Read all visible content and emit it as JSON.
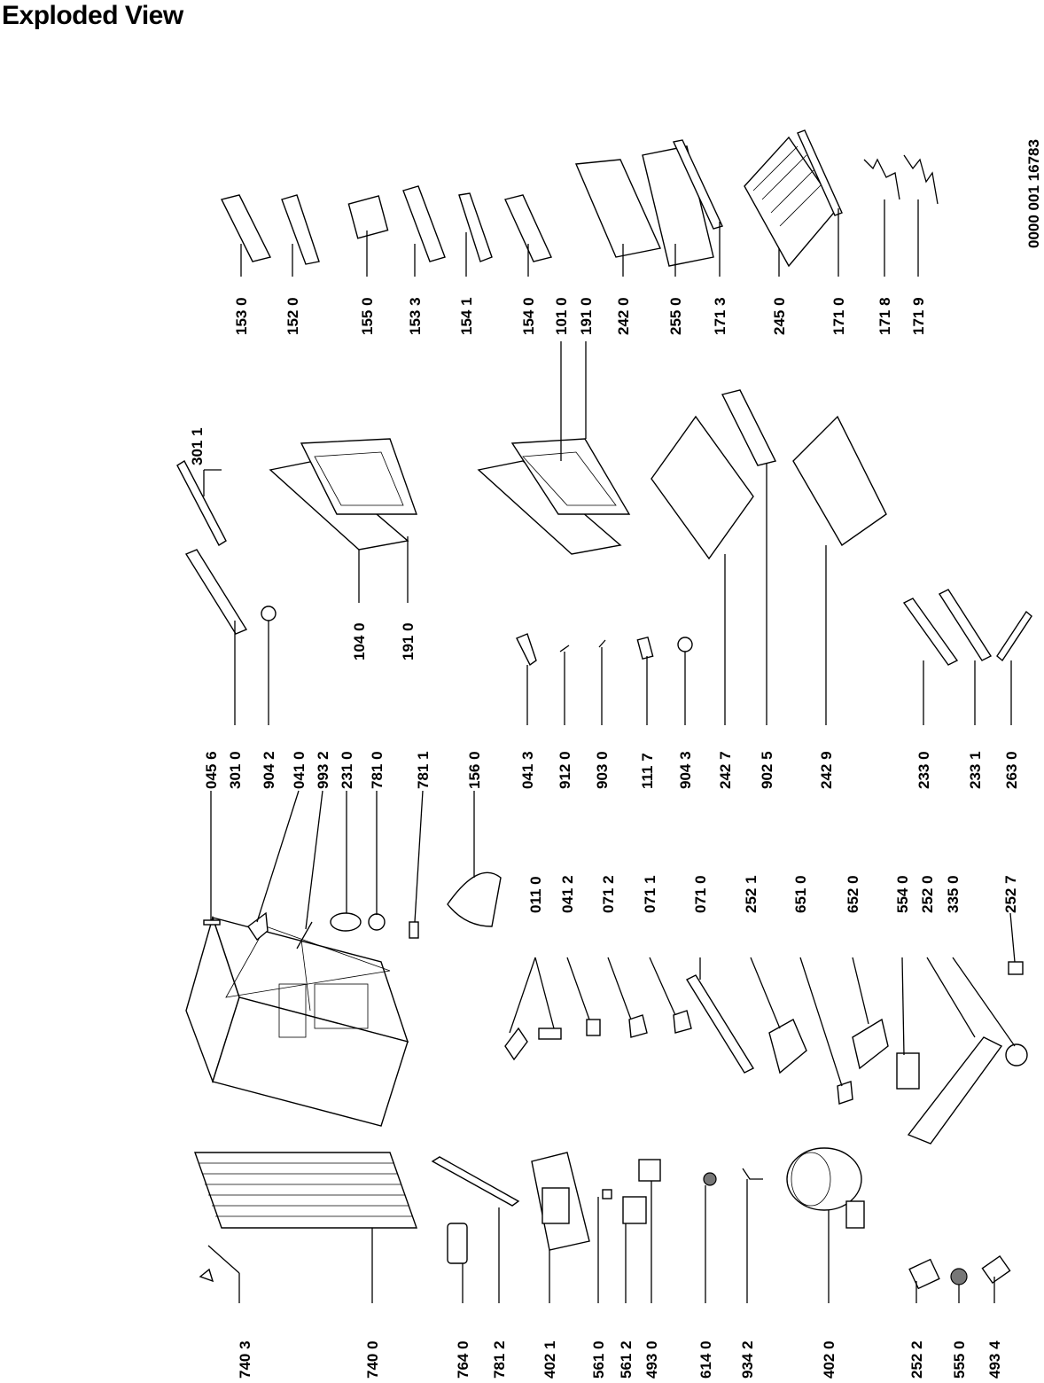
{
  "page": {
    "title": "Exploded View",
    "document_number": "0000 001 16783"
  },
  "callouts": [
    "740 3",
    "740 0",
    "764 0",
    "781 2",
    "402 1",
    "561 0",
    "561 2",
    "493 0",
    "614 0",
    "934 2",
    "402 0",
    "252 2",
    "555 0",
    "493 4",
    "011 0",
    "041 2",
    "071 2",
    "071 1",
    "071 0",
    "252 1",
    "651 0",
    "652 0",
    "554 0",
    "252 0",
    "335 0",
    "252 7",
    "045 6",
    "301 0",
    "904 2",
    "041 0",
    "993 2",
    "231 0",
    "781 0",
    "781 1",
    "156 0",
    "041 3",
    "912 0",
    "903 0",
    "111 7",
    "904 3",
    "242 7",
    "902 5",
    "242 9",
    "233 0",
    "233 1",
    "263 0",
    "301 1",
    "104 0",
    "191 0",
    "153 0",
    "152 0",
    "155 0",
    "153 3",
    "154 1",
    "154 0",
    "101 0",
    "191 0",
    "242 0",
    "255 0",
    "171 3",
    "245 0",
    "171 0",
    "171 8",
    "171 9"
  ]
}
